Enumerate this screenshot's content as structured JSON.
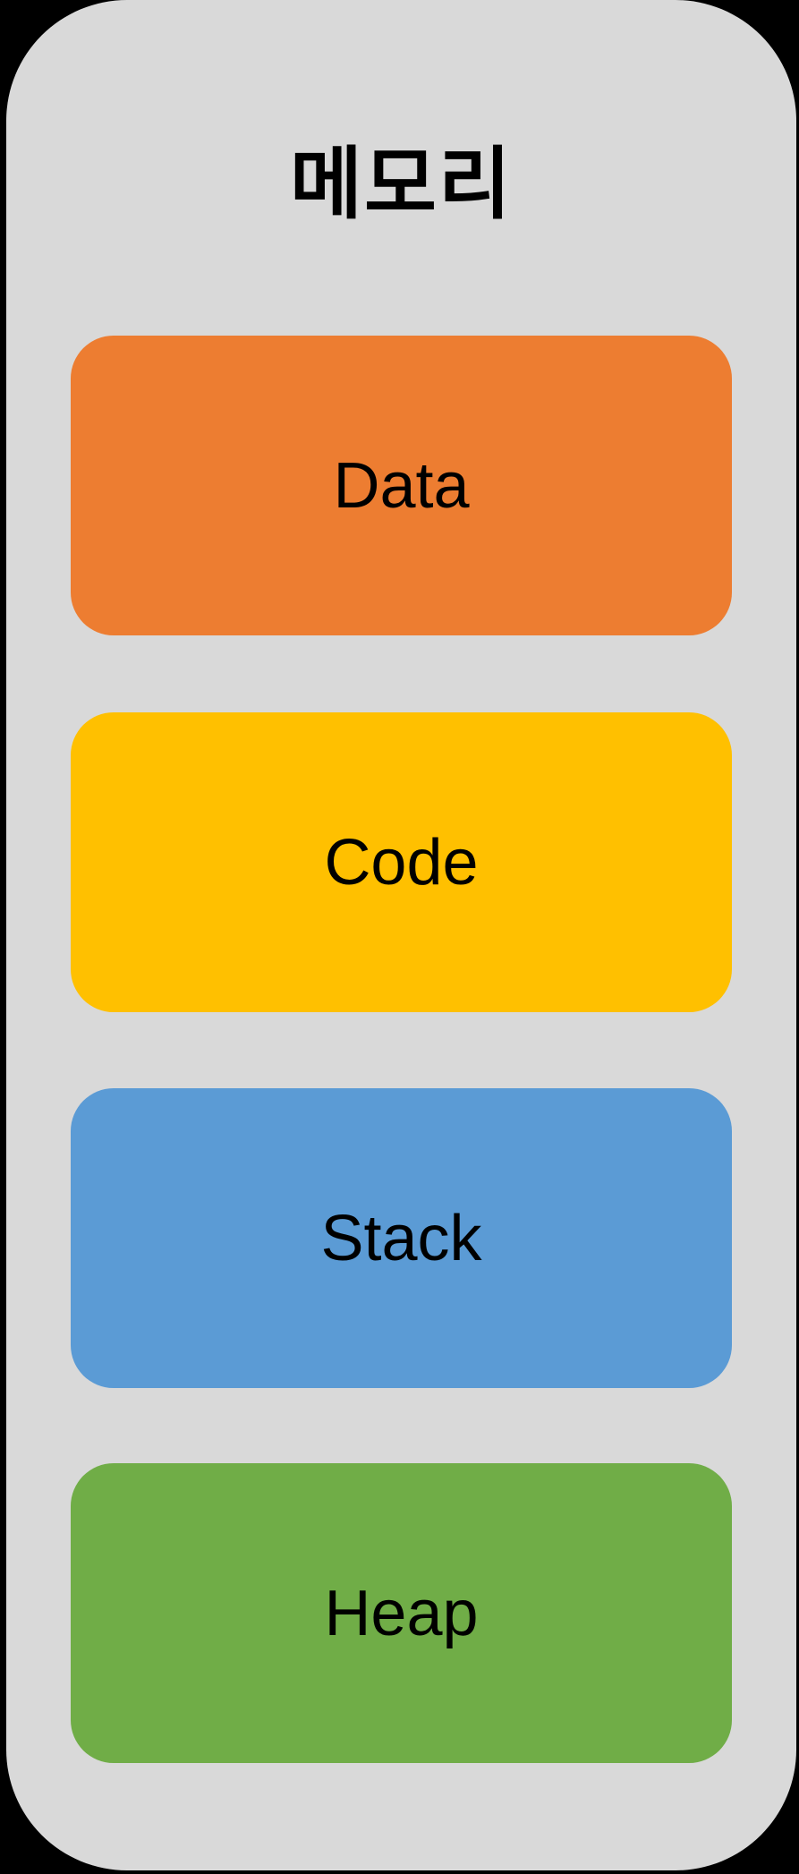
{
  "diagram": {
    "title": "메모리",
    "blocks": [
      {
        "label": "Data",
        "color": "#ED7D31"
      },
      {
        "label": "Code",
        "color": "#FFC000"
      },
      {
        "label": "Stack",
        "color": "#5B9BD5"
      },
      {
        "label": "Heap",
        "color": "#70AD47"
      }
    ],
    "colors": {
      "page_bg": "#000000",
      "container_bg": "#D9D9D9",
      "text": "#000000"
    }
  }
}
